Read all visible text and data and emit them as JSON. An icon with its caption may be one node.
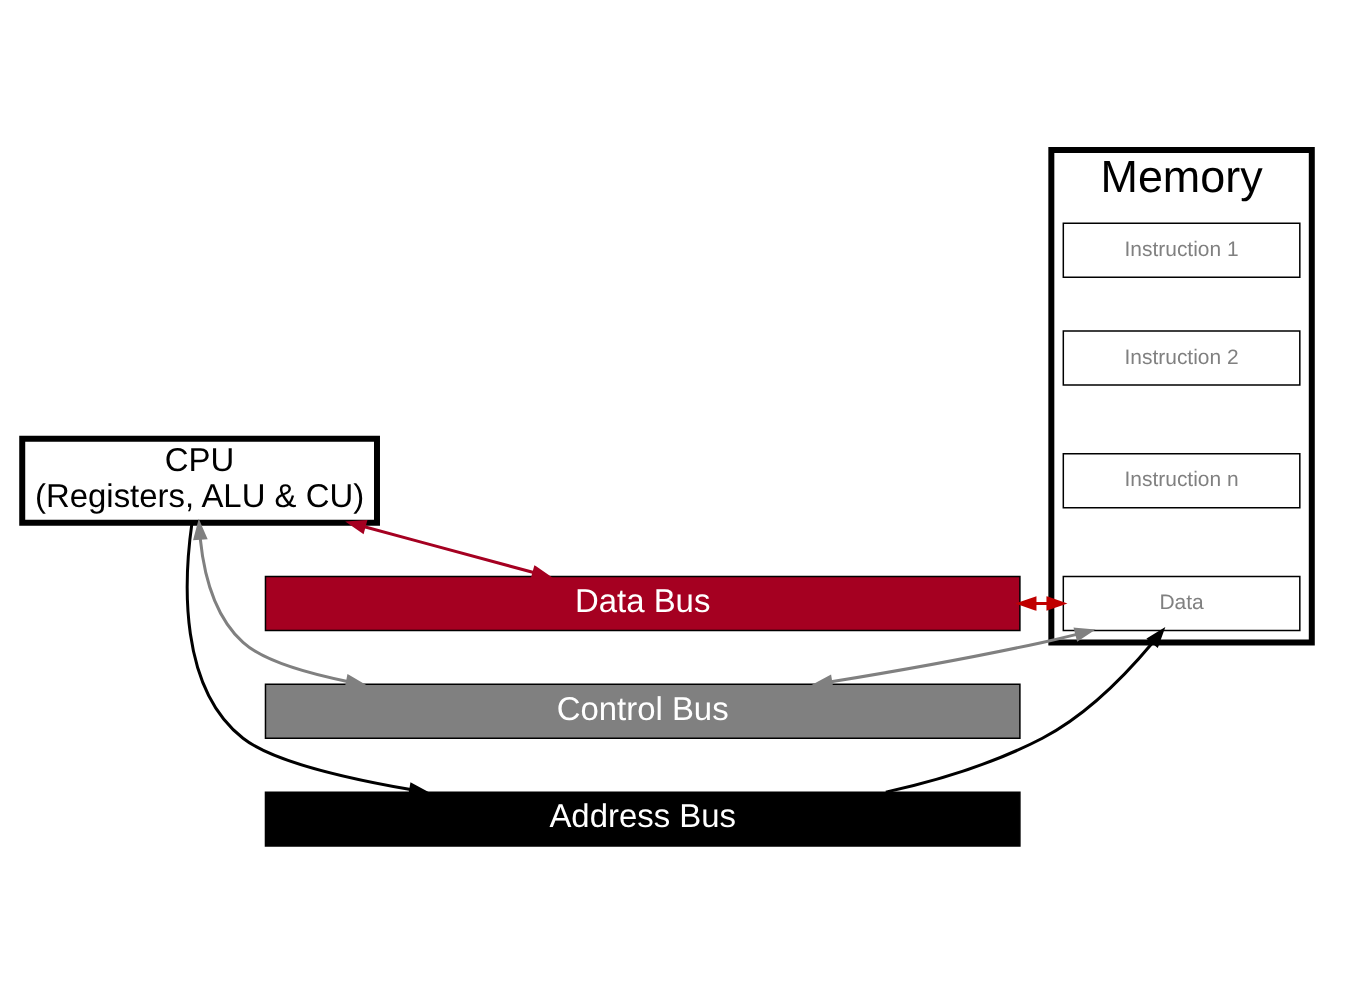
{
  "diagram": {
    "nodes": [
      {
        "text": [
          "CPU",
          "(Registers, ALU & CU)"
        ]
      },
      {
        "text": [
          "Memory"
        ]
      },
      {
        "text": [
          "Instruction 1"
        ],
        "in": 1
      },
      {
        "text": [
          "Instruction 2"
        ],
        "in": 1
      },
      {
        "text": [
          "Instruction n"
        ],
        "in": 1
      },
      {
        "text": [
          "Data"
        ],
        "in": 1
      },
      {
        "text": [
          "Data Bus"
        ]
      },
      {
        "text": [
          "Control Bus"
        ]
      },
      {
        "text": [
          "Address Bus"
        ]
      }
    ],
    "edges": [
      {
        "from": 0,
        "to": 6,
        "arrow": "both",
        "color": "#a50021"
      },
      {
        "from": 0,
        "to": 7,
        "arrow": "both",
        "color": "#808080"
      },
      {
        "from": 0,
        "to": 8,
        "arrow": "to",
        "color": "#000000"
      },
      {
        "from": 5,
        "to": 6,
        "arrow": "both",
        "color": "#c00000"
      },
      {
        "from": 5,
        "to": 7,
        "arrow": "both",
        "color": "#808080"
      },
      {
        "from": 8,
        "to": 5,
        "arrow": "to",
        "color": "#000000"
      }
    ]
  }
}
